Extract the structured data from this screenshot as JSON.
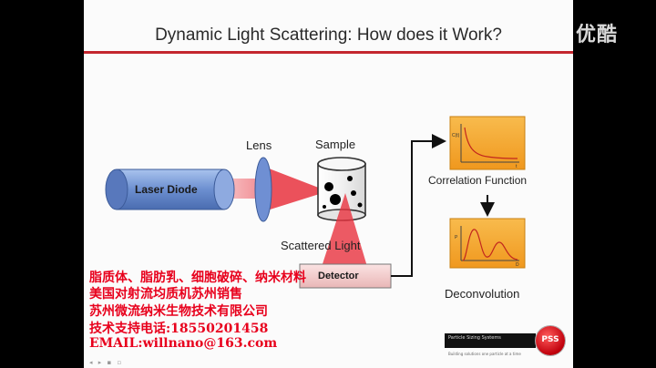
{
  "title": "Dynamic Light Scattering: How does it Work?",
  "watermark": "优酷",
  "diagram": {
    "laser_label": "Laser Diode",
    "lens_label": "Lens",
    "sample_label": "Sample",
    "scattered_label": "Scattered Light",
    "detector_label": "Detector",
    "correlation_label": "Correlation Function",
    "deconvolution_label": "Deconvolution",
    "correlation_y_axis": "C(t)",
    "correlation_x_axis": "t",
    "deconvolution_y_axis": "P",
    "deconvolution_x_axis": "D"
  },
  "overlay_text": [
    "脂质体、脂肪乳、细胞破碎、纳米材料",
    "美国对射流均质机苏州销售",
    "苏州微流纳米生物技术有限公司",
    "技术支持电话:18550201458",
    "EMAIL:willnano@163.com"
  ],
  "footer": {
    "company": "Particle Sizing Systems",
    "tagline": "Building solutions one particle at a time",
    "logo_text": "PSS",
    "nav_glyphs": "◂ ▸ ▪ ▫"
  },
  "colors": {
    "title_rule": "#c4262e",
    "laser_body": "#6c8fd0",
    "beam": "#e8323e",
    "panel_orange": "#f5a82c",
    "overlay_red": "#e8001c"
  }
}
